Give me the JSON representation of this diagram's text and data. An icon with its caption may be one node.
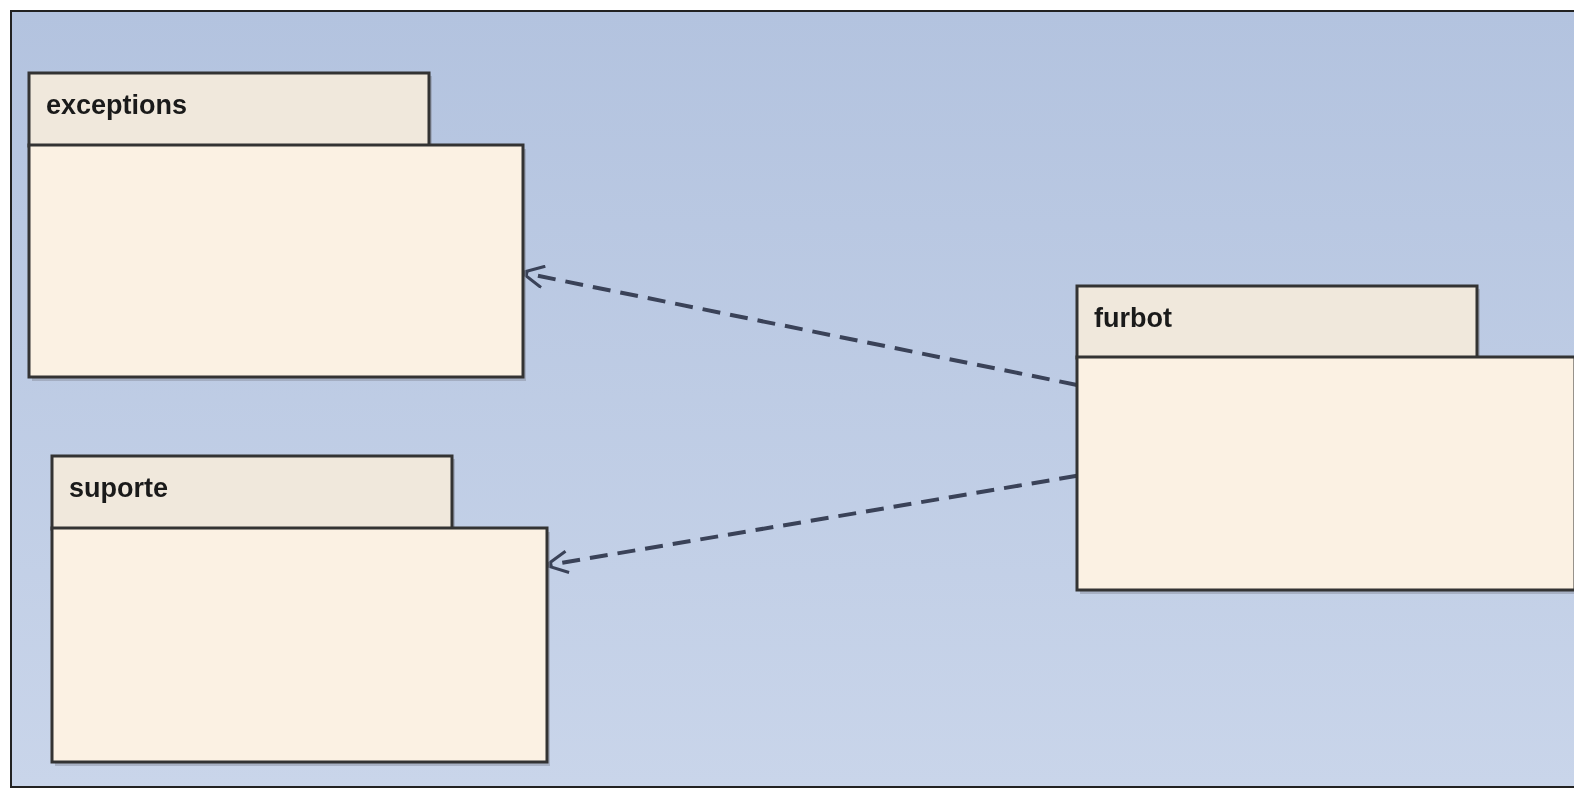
{
  "diagram": {
    "nodes": [
      {
        "text": [
          "exceptions"
        ]
      },
      {
        "text": [
          "suporte"
        ]
      },
      {
        "text": [
          "furbot"
        ]
      }
    ],
    "edges": [
      {
        "from": 2,
        "to": 0,
        "arrow": "to",
        "style": "dashed"
      },
      {
        "from": 2,
        "to": 1,
        "arrow": "to",
        "style": "dashed"
      }
    ]
  }
}
